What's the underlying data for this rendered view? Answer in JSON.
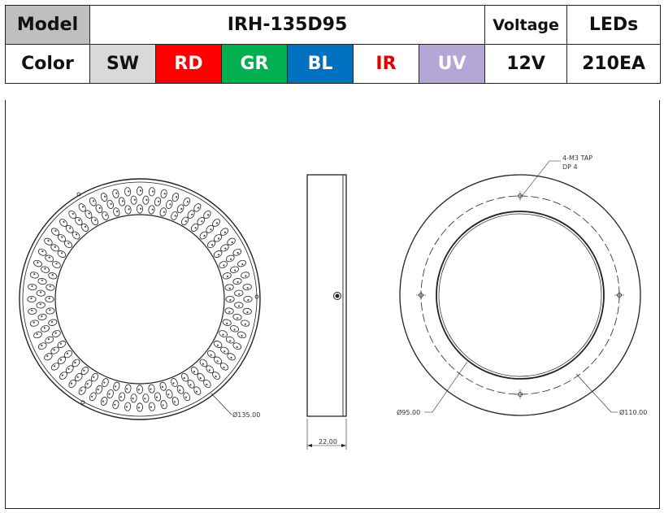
{
  "table": {
    "row1": {
      "model_label": "Model",
      "model_value": "IRH-135D95",
      "voltage_label": "Voltage",
      "leds_label": "LEDs"
    },
    "row2": {
      "color_label": "Color",
      "colors": [
        {
          "label": "SW",
          "bg": "#d9d9d9",
          "fg": "#111111"
        },
        {
          "label": "RD",
          "bg": "#ff0000",
          "fg": "#ffffff"
        },
        {
          "label": "GR",
          "bg": "#00b050",
          "fg": "#ffffff"
        },
        {
          "label": "BL",
          "bg": "#0070c0",
          "fg": "#ffffff"
        },
        {
          "label": "IR",
          "bg": "#ffffff",
          "fg": "#e00000"
        },
        {
          "label": "UV",
          "bg": "#b4a7d6",
          "fg": "#ffffff"
        }
      ],
      "voltage_value": "12V",
      "leds_value": "210EA"
    },
    "header_bg": "#bfbfbf"
  },
  "drawing": {
    "front_view": {
      "diameter_label": "Ø135.00"
    },
    "side_view": {
      "width_label": "22.00"
    },
    "back_view": {
      "tap_note_line1": "4-M3 TAP",
      "tap_note_line2": "DP 4",
      "inner_diameter_label": "Ø95.00",
      "bolt_circle_label": "Ø110.00"
    }
  }
}
